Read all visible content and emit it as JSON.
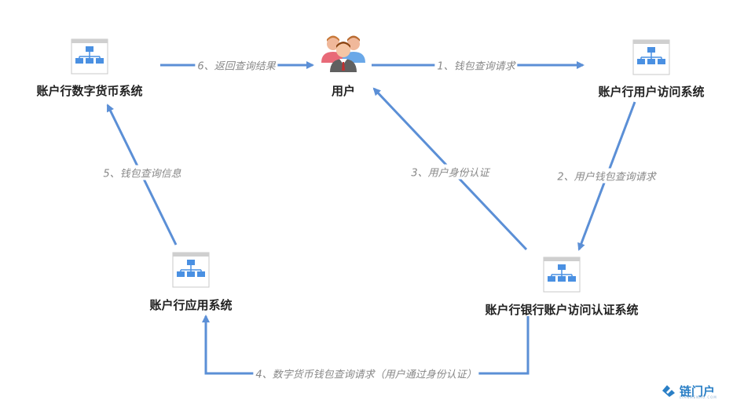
{
  "nodes": {
    "digital_currency": "账户行数字货币系统",
    "user": "用户",
    "user_access": "账户行用户访问系统",
    "application": "账户行应用系统",
    "bank_auth": "账户行银行账户访问认证系统"
  },
  "edges": {
    "e1": "1、钱包查询请求",
    "e2": "2、用户钱包查询请求",
    "e3": "3、用户身份认证",
    "e4": "4、数字货币钱包查询请求（用户通过身份认证）",
    "e5": "5、钱包查询信息",
    "e6": "6、返回查询结果"
  },
  "logo": {
    "text": "链门户",
    "sub": "LIANMENHU.COM"
  },
  "colors": {
    "arrow": "#5b8fd6",
    "icon_blue": "#4a90e2",
    "label_gray": "#888888"
  }
}
